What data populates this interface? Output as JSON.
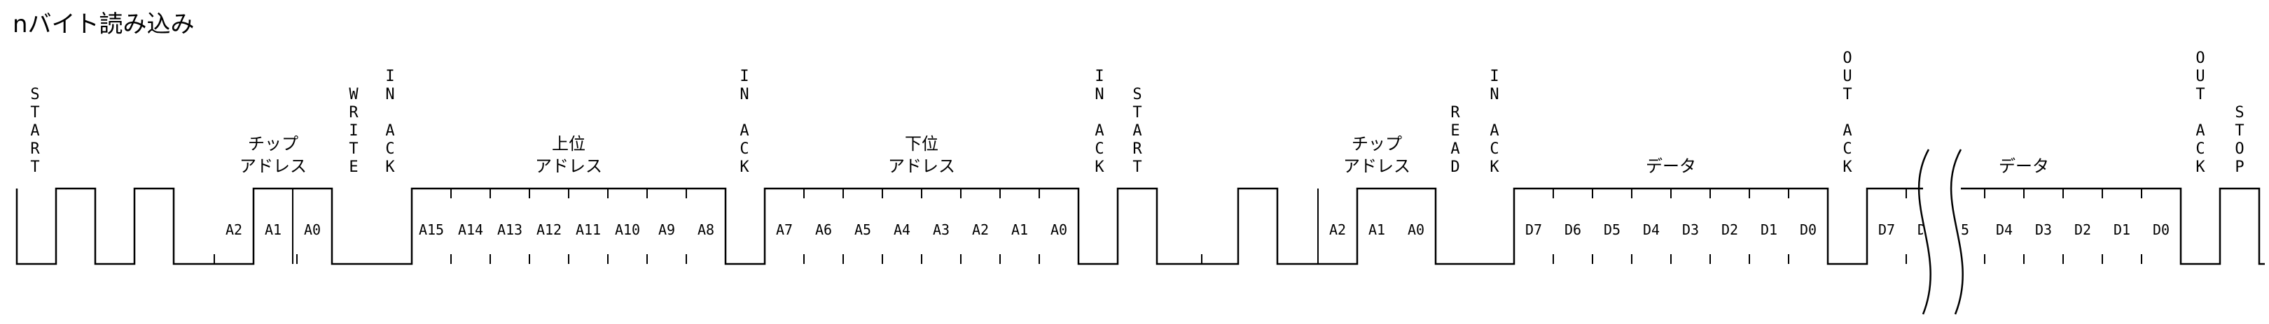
{
  "title": "nバイト読み込み",
  "vertical_labels": [
    {
      "key": "start1",
      "text": "START"
    },
    {
      "key": "write",
      "text": "WRITE"
    },
    {
      "key": "inack1",
      "text": "IN|ACK"
    },
    {
      "key": "inack2",
      "text": "IN|ACK"
    },
    {
      "key": "inack3",
      "text": "IN|ACK"
    },
    {
      "key": "start2",
      "text": "START"
    },
    {
      "key": "read",
      "text": "READ"
    },
    {
      "key": "inack4",
      "text": "IN|ACK"
    },
    {
      "key": "outack1",
      "text": "OUT|ACK"
    },
    {
      "key": "outack2",
      "text": "OUT|ACK"
    },
    {
      "key": "stop",
      "text": "STOP"
    }
  ],
  "group_headers": [
    {
      "key": "chip1",
      "line1": "チップ",
      "line2": "アドレス"
    },
    {
      "key": "upper",
      "line1": "上位",
      "line2": "アドレス"
    },
    {
      "key": "lower",
      "line1": "下位",
      "line2": "アドレス"
    },
    {
      "key": "chip2",
      "line1": "チップ",
      "line2": "アドレス"
    },
    {
      "key": "data1",
      "line1": "データ",
      "line2": ""
    },
    {
      "key": "data2",
      "line1": "データ",
      "line2": ""
    }
  ],
  "bit_labels": {
    "chip1": [
      "A2",
      "A1",
      "A0"
    ],
    "upper": [
      "A15",
      "A14",
      "A13",
      "A12",
      "A11",
      "A10",
      "A9",
      "A8"
    ],
    "lower": [
      "A7",
      "A6",
      "A5",
      "A4",
      "A3",
      "A2",
      "A1",
      "A0"
    ],
    "chip2": [
      "A2",
      "A1",
      "A0"
    ],
    "data1": [
      "D7",
      "D6",
      "D5",
      "D4",
      "D3",
      "D2",
      "D1",
      "D0"
    ],
    "data2_head": [
      "D7",
      "D6"
    ],
    "data2_tail": [
      "5",
      "D4",
      "D3",
      "D2",
      "D1",
      "D0"
    ]
  }
}
